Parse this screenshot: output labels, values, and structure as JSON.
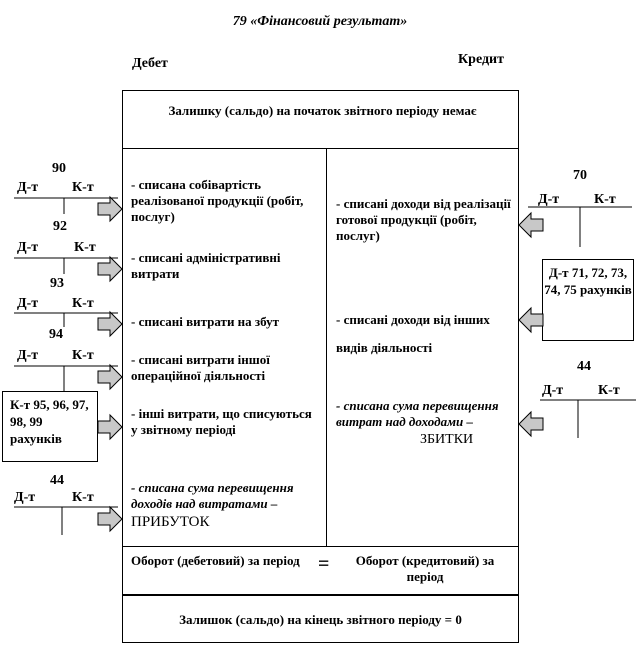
{
  "title": "79 «Фінансовий результат»",
  "debit_header": "Дебет",
  "credit_header": "Кредит",
  "opening_balance": "Залишку (сальдо) на початок звітного періоду немає",
  "debit_entries": [
    "- списана собівартість реалізованої продукції (робіт, послуг)",
    "- списані адміністративні витрати",
    "- списані витрати на збут",
    "- списані витрати іншої операційної діяльності",
    "- інші витрати, що списуються у звітному періоді"
  ],
  "debit_profit": {
    "text": "- списана сума перевищення доходів над витратами –",
    "result": "ПРИБУТОК"
  },
  "credit_entries": [
    "- списані доходи від реалізації готової продукції (робіт, послуг)",
    "- списані доходи від інших видів діяльності"
  ],
  "credit_loss": {
    "text": "- списана сума перевищення витрат над доходами –",
    "result": "ЗБИТКИ"
  },
  "debit_turnover": "Оборот (дебетовий) за період",
  "equals_sign": "=",
  "credit_turnover": "Оборот (кредитовий) за період",
  "closing_balance": "Залишок (сальдо) на кінець звітного періоду = 0",
  "left_accounts": [
    {
      "number": "90",
      "debit": "Д-т",
      "credit": "К-т"
    },
    {
      "number": "92",
      "debit": "Д-т",
      "credit": "К-т"
    },
    {
      "number": "93",
      "debit": "Д-т",
      "credit": "К-т"
    },
    {
      "number": "94",
      "debit": "Д-т",
      "credit": "К-т"
    },
    {
      "number": "44",
      "debit": "Д-т",
      "credit": "К-т"
    }
  ],
  "left_box": "К-т 95, 96, 97, 98, 99 рахунків",
  "right_accounts": [
    {
      "number": "70",
      "debit": "Д-т",
      "credit": "К-т"
    },
    {
      "number": "44",
      "debit": "Д-т",
      "credit": "К-т"
    }
  ],
  "right_box": "Д-т 71, 72, 73, 74, 75 рахунків"
}
